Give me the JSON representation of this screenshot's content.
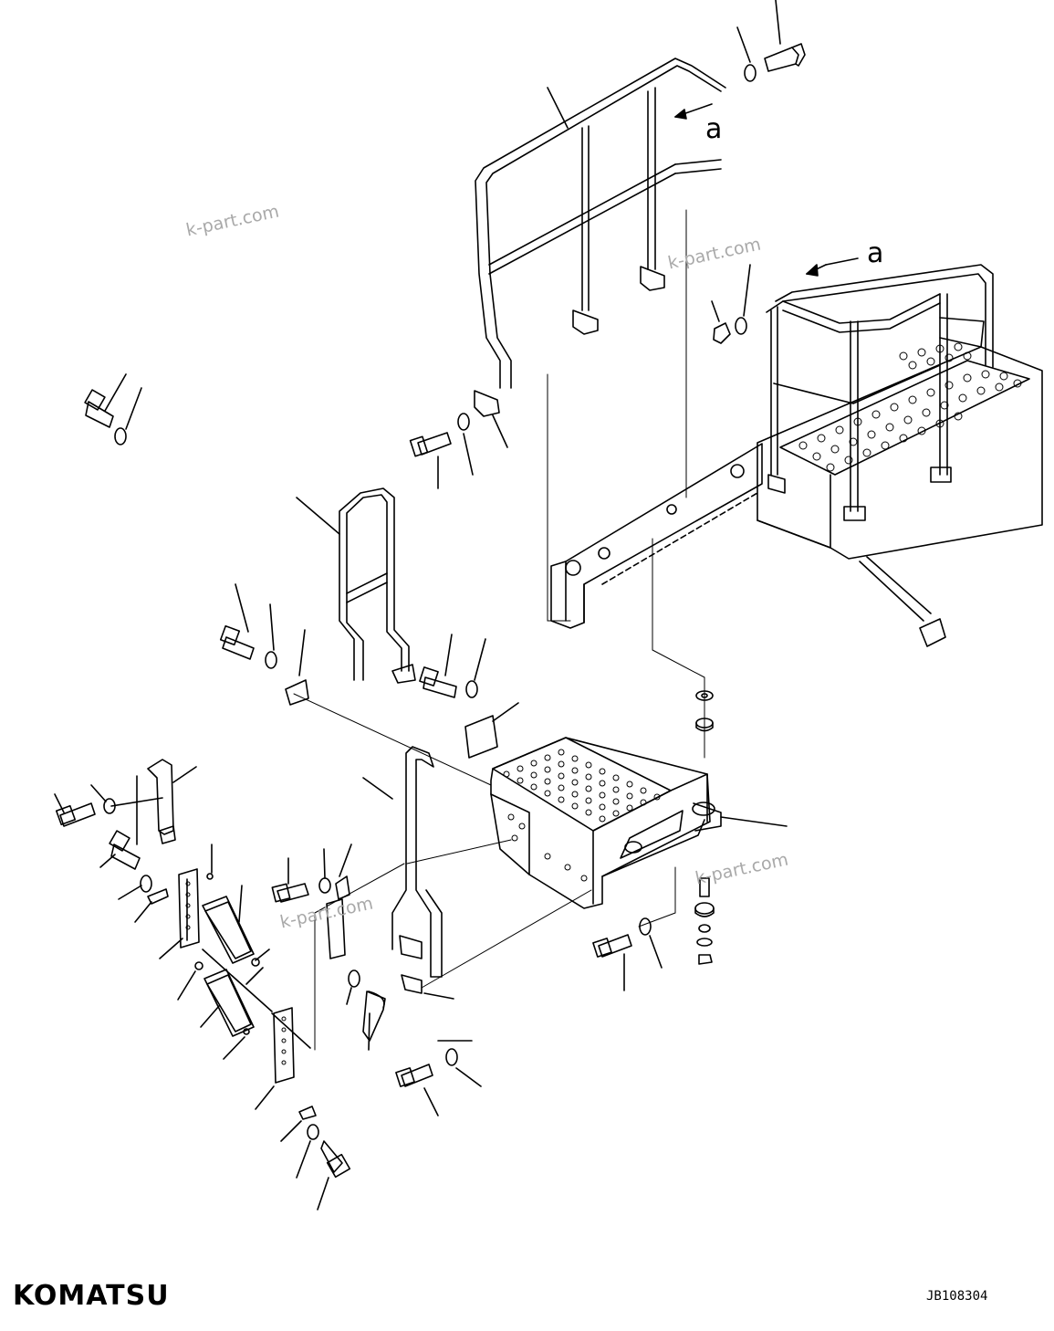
{
  "watermark": "k-part.com",
  "callout_letter": "a",
  "brand": "KOMATSU",
  "drawing_number": "JB108304",
  "colors": {
    "line": "#000000",
    "watermark": "#a9a9a9",
    "background": "#ffffff"
  }
}
